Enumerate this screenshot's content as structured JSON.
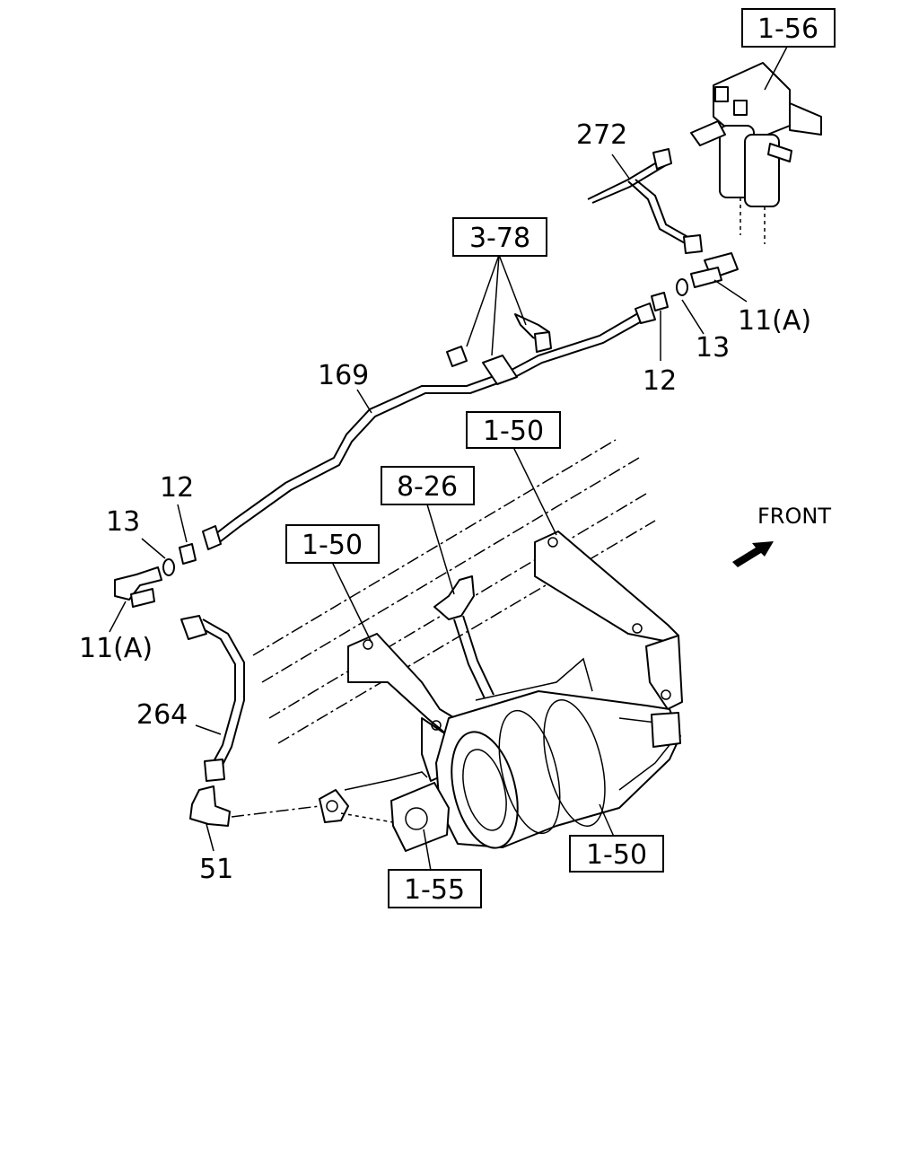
{
  "refs": {
    "r1_56": "1-56",
    "r3_78": "3-78",
    "r1_50_a": "1-50",
    "r8_26": "8-26",
    "r1_50_b": "1-50",
    "r1_50_c": "1-50",
    "r1_55": "1-55"
  },
  "parts": {
    "p272": "272",
    "p169": "169",
    "p12_right": "12",
    "p13_right": "13",
    "p11a_right": "11(A)",
    "p12_left": "12",
    "p13_left": "13",
    "p11a_left": "11(A)",
    "p264": "264",
    "p51": "51"
  },
  "front_label": "FRONT"
}
